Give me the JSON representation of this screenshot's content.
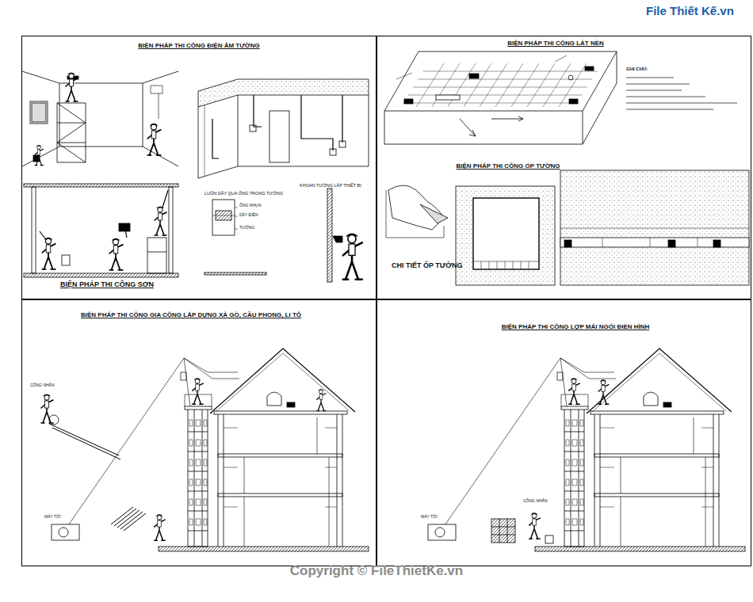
{
  "diagram": {
    "nodes": [
      {
        "text": [
          "BIỆN PHÁP THI CÔNG ĐIỆN ÂM TƯỜNG",
          "BIỆN PHÁP THI CÔNG SƠN"
        ]
      },
      {
        "text": [
          "BIỆN PHÁP THI CÔNG LÁT NỀN",
          "BIỆN PHÁP THI CÔNG ỐP TƯỜNG"
        ]
      },
      {
        "text": [
          "BIỆN PHÁP THI CÔNG GIA CÔNG LẮP DỰNG XÀ GỒ, CẦU PHONG, LI TÔ"
        ]
      },
      {
        "text": [
          "BIỆN PHÁP THI CÔNG LỢP MÁI NGÓI ĐIỂN HÌNH"
        ]
      }
    ],
    "labels": [
      "File Thiết Kế.vn",
      "LUỒN DÂY QUA ỐNG TRONG TƯỜNG",
      "ỐNG NHỰA",
      "DÂY ĐIỆN",
      "TƯỜNG",
      "KHOAN TƯỜNG LẮP THIẾT BỊ",
      "CHI TIẾT ỐP TƯỜNG",
      "GHI CHÚ:",
      "MÁY TỜI",
      "MÁY TỜI",
      "CÔNG NHÂN",
      "CÔNG NHÂN",
      "Copyright © FileThietKe.vn"
    ]
  }
}
